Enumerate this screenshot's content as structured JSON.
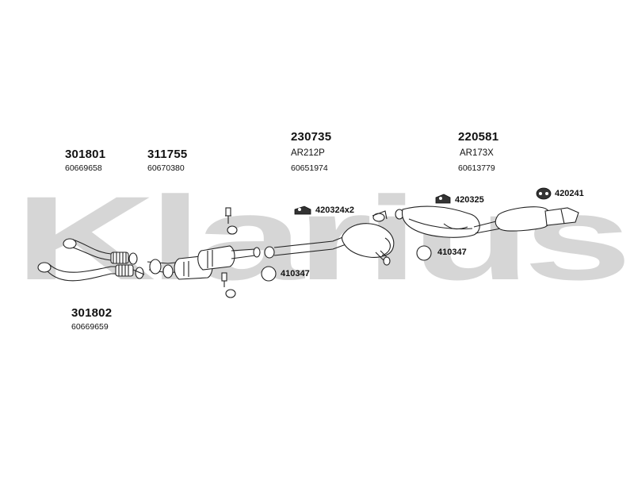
{
  "brand": {
    "watermark": "Klarius"
  },
  "parts": [
    {
      "code": "301801",
      "ref": "60669658"
    },
    {
      "code": "311755",
      "ref": "60670380"
    },
    {
      "code": "230735",
      "alt": "AR212P",
      "ref": "60651974"
    },
    {
      "code": "220581",
      "alt": "AR173X",
      "ref": "60613779"
    },
    {
      "code": "301802",
      "ref": "60669659"
    }
  ],
  "hardware": [
    {
      "code": "420324x2"
    },
    {
      "code": "420325"
    },
    {
      "code": "420241"
    },
    {
      "code": "410347"
    },
    {
      "code": "410347"
    }
  ],
  "colors": {
    "watermark": "#d6d6d6",
    "line": "#222222",
    "background": "#ffffff"
  }
}
